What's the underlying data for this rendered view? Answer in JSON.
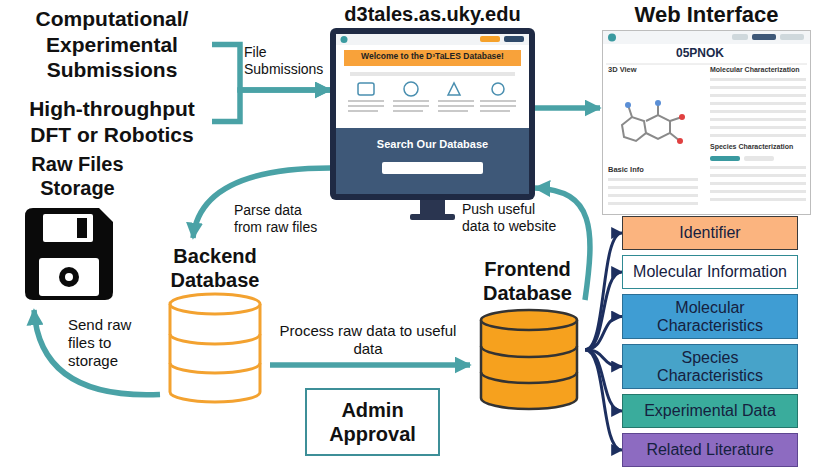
{
  "diagram": {
    "nodes": [
      {
        "text": [
          "Computational/ Experimental Submissions"
        ]
      },
      {
        "text": [
          "High-throughput DFT or Robotics"
        ]
      },
      {
        "text": [
          "d3tales.as.uky.edu"
        ]
      },
      {
        "text": [
          "Web Interface"
        ]
      },
      {
        "text": [
          "Raw Files Storage"
        ]
      },
      {
        "text": [
          "Backend Database"
        ]
      },
      {
        "text": [
          "Frontend Database"
        ]
      },
      {
        "text": [
          "Identifier"
        ]
      },
      {
        "text": [
          "Molecular Information"
        ]
      },
      {
        "text": [
          "Molecular Characteristics"
        ]
      },
      {
        "text": [
          "Species Characteristics"
        ]
      },
      {
        "text": [
          "Experimental Data"
        ]
      },
      {
        "text": [
          "Related Literature"
        ]
      },
      {
        "text": [
          "Admin Approval"
        ]
      }
    ],
    "edges": [
      {
        "from": 0,
        "to": 2,
        "label": "File Submissions",
        "arrow": "to"
      },
      {
        "from": 1,
        "to": 2,
        "arrow": "to"
      },
      {
        "from": 2,
        "to": 3,
        "arrow": "to"
      },
      {
        "from": 2,
        "to": 5,
        "label": "Parse data from raw files",
        "arrow": "to"
      },
      {
        "from": 6,
        "to": 2,
        "label": "Push useful data to website",
        "arrow": "to"
      },
      {
        "from": 5,
        "to": 4,
        "label": "Send raw files to storage",
        "arrow": "to"
      },
      {
        "from": 5,
        "to": 6,
        "label": "Process raw data to useful data",
        "arrow": "to"
      },
      {
        "from": 6,
        "to": 7,
        "arrow": "to"
      },
      {
        "from": 6,
        "to": 8,
        "arrow": "to"
      },
      {
        "from": 6,
        "to": 9,
        "arrow": "to"
      },
      {
        "from": 6,
        "to": 10,
        "arrow": "to"
      },
      {
        "from": 6,
        "to": 11,
        "arrow": "to"
      },
      {
        "from": 6,
        "to": 12,
        "arrow": "to"
      }
    ],
    "labels": [
      "Welcome to the D³TaLES Database!",
      "Search Our Database",
      "05PNOK",
      "3D View",
      "Molecular Characterization",
      "Species Characterization",
      "Basic Info"
    ]
  }
}
